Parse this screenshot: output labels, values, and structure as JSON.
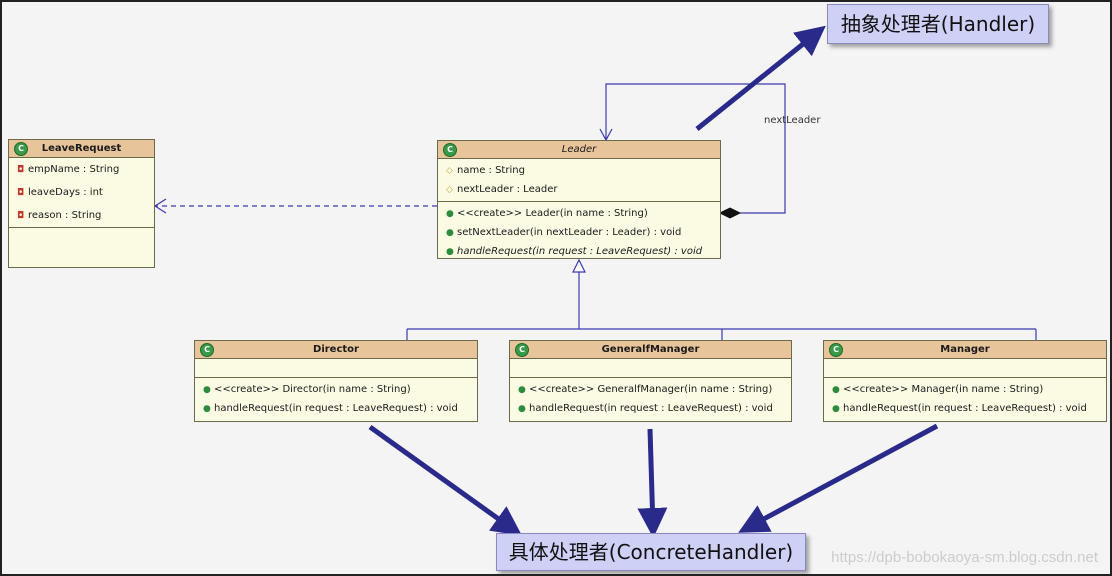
{
  "classes": {
    "leave_request": {
      "name": "LeaveRequest",
      "attributes": [
        "empName : String",
        "leaveDays : int",
        "reason : String"
      ]
    },
    "leader": {
      "name": "Leader",
      "attributes": [
        "name : String",
        "nextLeader : Leader"
      ],
      "operations": [
        "<<create>> Leader(in name : String)",
        "setNextLeader(in nextLeader : Leader) : void",
        "handleRequest(in request : LeaveRequest) : void"
      ]
    },
    "director": {
      "name": "Director",
      "operations": [
        "<<create>> Director(in name : String)",
        "handleRequest(in request : LeaveRequest) : void"
      ]
    },
    "general_manager": {
      "name": "GeneralfManager",
      "operations": [
        "<<create>> GeneralfManager(in name : String)",
        "handleRequest(in request : LeaveRequest) : void"
      ]
    },
    "manager": {
      "name": "Manager",
      "operations": [
        "<<create>> Manager(in name : String)",
        "handleRequest(in request : LeaveRequest) : void"
      ]
    }
  },
  "association_label": "nextLeader",
  "callouts": {
    "abstract_handler": "抽象处理者(Handler)",
    "concrete_handler": "具体处理者(ConcreteHandler)"
  },
  "watermark": "https://dpb-bobokaoya-sm.blog.csdn.net",
  "colors": {
    "class_header": "#e8c49a",
    "class_body": "#fbfbe4",
    "uml_line": "#3a3ab0",
    "big_arrow": "#2a2a8a",
    "callout_fill": "#cfd0f6"
  }
}
